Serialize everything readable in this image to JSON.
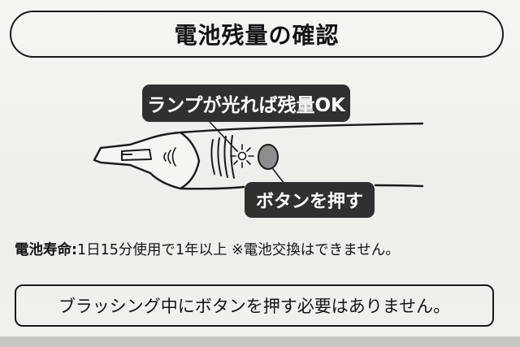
{
  "title": "電池残量の確認",
  "callouts": {
    "lamp": "ランプが光れば残量OK",
    "button": "ボタンを押す"
  },
  "spec": {
    "label": "電池寿命:",
    "text": "1日15分使用で1年以上 ※電池交換はできません。"
  },
  "note": "ブラッシング中にボタンを押す必要はありません。",
  "colors": {
    "ink": "#141414",
    "callout_bg": "#303030",
    "callout_text": "#ffffff",
    "background": "#f3f2ee"
  }
}
